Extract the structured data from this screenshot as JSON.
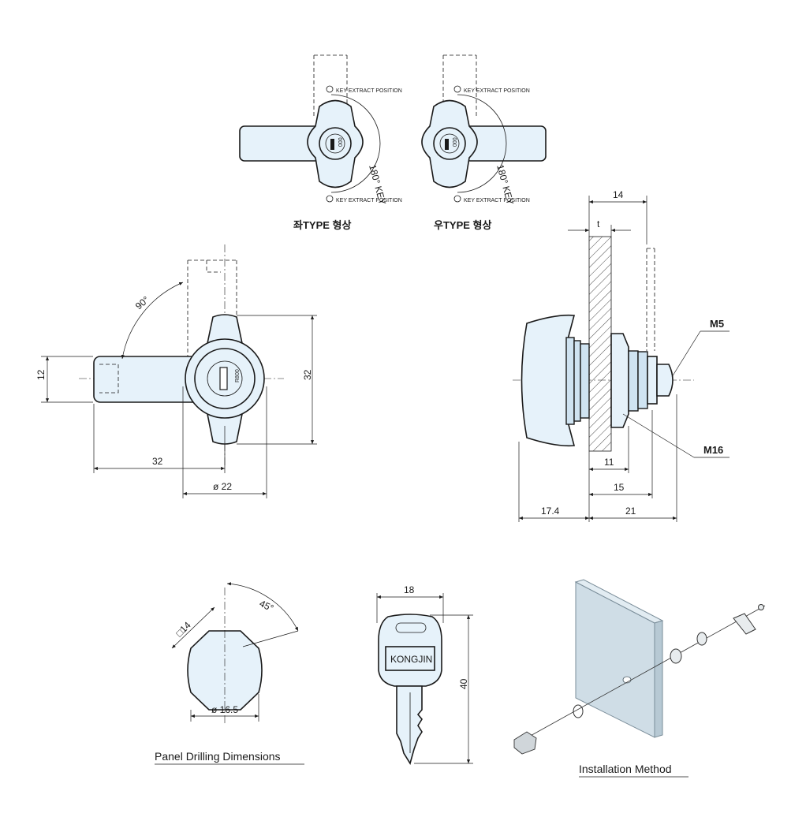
{
  "top_views": {
    "key_extract_position": "KEY EXTRACT POSITION",
    "key_angle": "180° KEY",
    "key_code": "000",
    "left_type_label": "좌TYPE 형상",
    "right_type_label": "우TYPE 형상"
  },
  "front_view": {
    "angle": "90°",
    "dim_height": "12",
    "dim_length": "32",
    "dim_diameter": "ø 22",
    "dim_body_height": "32",
    "key_code": "R800"
  },
  "side_view": {
    "dim_14": "14",
    "dim_t": "t",
    "thread_m5": "M5",
    "thread_m16": "M16",
    "dim_11": "11",
    "dim_15": "15",
    "dim_17_4": "17.4",
    "dim_21": "21"
  },
  "panel_drilling": {
    "caption": "Panel Drilling Dimensions",
    "square": "□14",
    "angle": "45°",
    "diameter": "ø 16.5"
  },
  "key": {
    "width": "18",
    "height": "40",
    "brand": "KONGJIN"
  },
  "installation": {
    "caption": "Installation Method"
  }
}
